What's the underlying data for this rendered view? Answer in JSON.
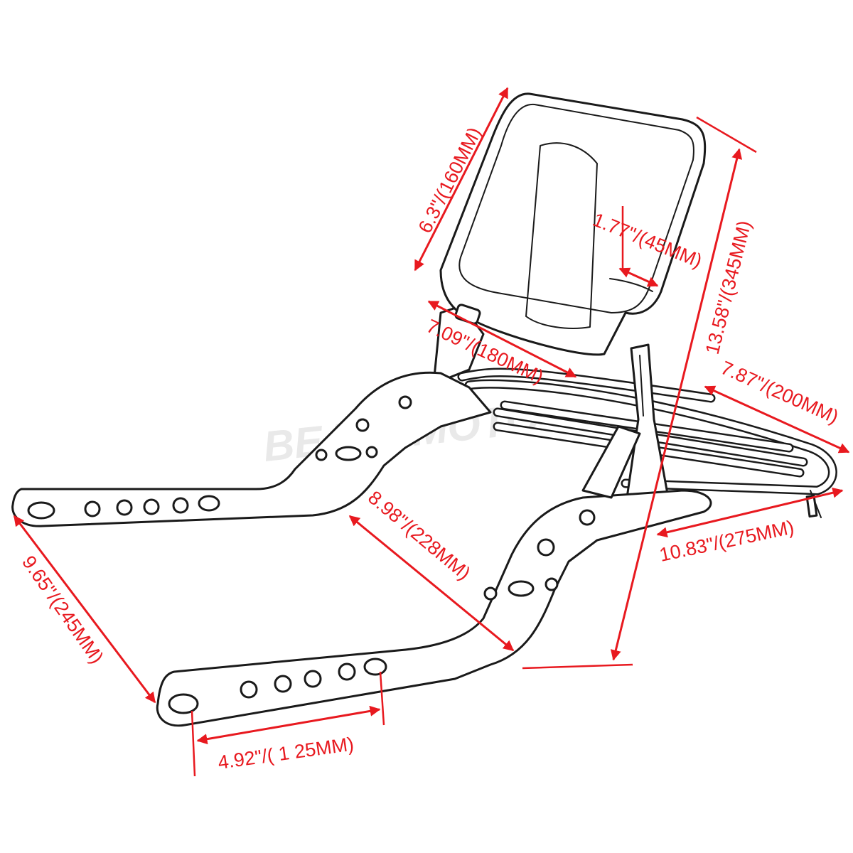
{
  "watermark": "BEAUSMOTO",
  "colors": {
    "dimension": "#e8191f",
    "outline": "#1a1a1a",
    "background": "#ffffff"
  },
  "dimensions": {
    "backrest_height": "6.3\"/(160MM)",
    "pad_thickness": "1.77\"/(45MM)",
    "backrest_width": "7.09\"/(180MM)",
    "total_height": "13.58\"/(345MM)",
    "rack_width": "7.87\"/(200MM)",
    "rack_length": "10.83\"/(275MM)",
    "inner_width": "8.98\"/(228MM)",
    "outer_width": "9.65\"/(245MM)",
    "hole_spacing": "4.92\"/( 1 25MM)"
  }
}
